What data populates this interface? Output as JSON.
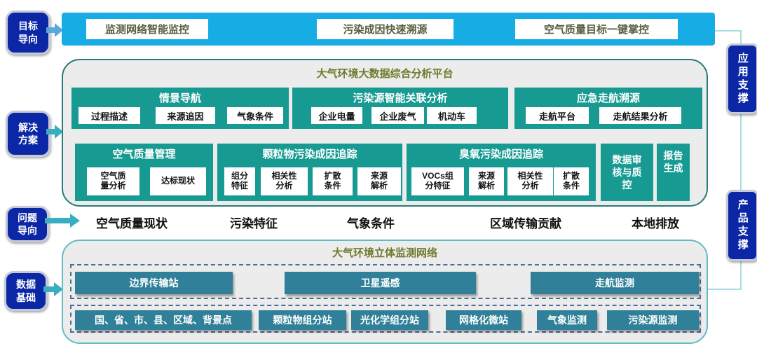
{
  "colors": {
    "navy": "#0b27a6",
    "cyan_banner": "#17ade4",
    "teal_section": "#179a92",
    "steel_teal_bar": "#2f8098",
    "olive_title": "#6e7b2d",
    "platform_border": "#297a78",
    "network_border": "#65bac7",
    "connector_line": "#8fd0dc",
    "panel_background": "#ececec"
  },
  "left_nav": [
    {
      "label": "目标\n导向"
    },
    {
      "label": "解决\n方案"
    },
    {
      "label": "问题\n导向"
    },
    {
      "label": "数据\n基础"
    }
  ],
  "right_nav": [
    {
      "label": "应用支撑"
    },
    {
      "label": "产品支撑"
    }
  ],
  "top_bar": {
    "items": [
      "监测网络智能监控",
      "污染成因快速溯源",
      "空气质量目标一键掌控"
    ]
  },
  "platform": {
    "title": "大气环境大数据综合分析平台",
    "row1": [
      {
        "header": "情景导航",
        "items": [
          "过程描述",
          "来源追因",
          "气象条件"
        ]
      },
      {
        "header": "污染源智能关联分析",
        "items": [
          "企业电量",
          "企业废气",
          "机动车"
        ]
      },
      {
        "header": "应急走航溯源",
        "items": [
          "走航平台",
          "走航结果分析"
        ]
      }
    ],
    "row2": [
      {
        "header": "空气质量管理",
        "items": [
          "空气质\n量分析",
          "达标现状"
        ]
      },
      {
        "header": "颗粒物污染成因追踪",
        "items": [
          "组分\n特征",
          "相关性\n分析",
          "扩散\n条件",
          "来源\n解析"
        ]
      },
      {
        "header": "臭氧污染成因追踪",
        "items": [
          "VOCs组\n分特征",
          "来源\n解析",
          "相关性\n分析",
          "扩散\n条件"
        ]
      }
    ],
    "side_blocks": [
      {
        "label": "数据审\n核与质\n控"
      },
      {
        "label": "报告\n生成"
      }
    ]
  },
  "problem_row": [
    "空气质量现状",
    "污染特征",
    "气象条件",
    "区域传输贡献",
    "本地排放"
  ],
  "network": {
    "title": "大气环境立体监测网络",
    "row1": [
      "边界传输站",
      "卫星遥感",
      "走航监测"
    ],
    "row2": [
      "国、省、市、县、区域、背景点",
      "颗粒物组分站",
      "光化学组分站",
      "网格化微站",
      "气象监测",
      "污染源监测"
    ]
  }
}
